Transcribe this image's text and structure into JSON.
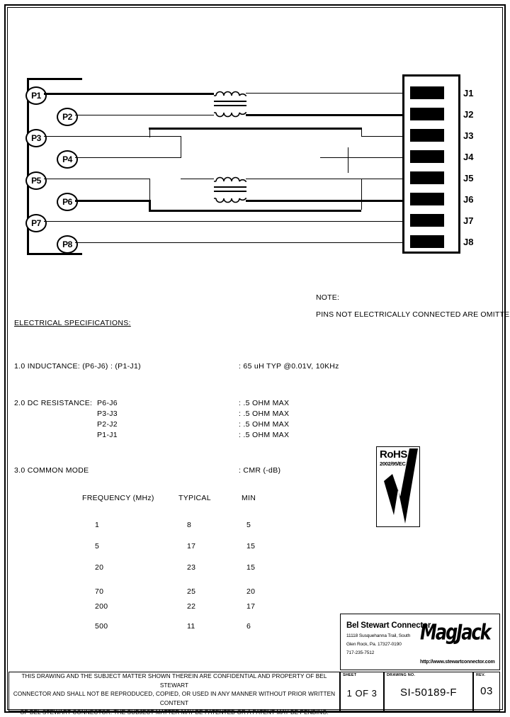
{
  "document": {
    "type": "electrical-schematic-datasheet",
    "sheet_size": "720x1012"
  },
  "schematic": {
    "left_pins": [
      "P1",
      "P2",
      "P3",
      "P4",
      "P5",
      "P6",
      "P7",
      "P8"
    ],
    "right_pins": [
      "J1",
      "J2",
      "J3",
      "J4",
      "J5",
      "J6",
      "J7",
      "J8"
    ]
  },
  "notes": {
    "heading": "NOTE:",
    "line1": "PINS NOT ELECTRICALLY CONNECTED ARE OMITTED."
  },
  "specs": {
    "title": "ELECTRICAL SPECIFICATIONS:",
    "inductance": {
      "label": "1.0  INDUCTANCE:  (P6-J6) : (P1-J1)",
      "value": ":  65 uH TYP @0.01V, 10KHz"
    },
    "dc_resistance": {
      "label": "2.0  DC RESISTANCE:",
      "rows": [
        {
          "pair": "P6-J6",
          "value": ":  .5 OHM MAX"
        },
        {
          "pair": "P3-J3",
          "value": ":  .5 OHM MAX"
        },
        {
          "pair": "P2-J2",
          "value": ":  .5 OHM MAX"
        },
        {
          "pair": "P1-J1",
          "value": ":  .5 OHM MAX"
        }
      ]
    },
    "common_mode": {
      "label": "3.0  COMMON MODE",
      "value": ":  CMR (-dB)",
      "columns": [
        "FREQUENCY (MHz)",
        "TYPICAL",
        "MIN"
      ],
      "rows": [
        {
          "freq": "1",
          "typical": "8",
          "min": "5"
        },
        {
          "freq": "5",
          "typical": "17",
          "min": "15"
        },
        {
          "freq": "20",
          "typical": "23",
          "min": "15"
        },
        {
          "freq": "70",
          "typical": "25",
          "min": "20"
        },
        {
          "freq": "200",
          "typical": "22",
          "min": "17"
        },
        {
          "freq": "500",
          "typical": "11",
          "min": "6"
        }
      ]
    }
  },
  "chart_data": {
    "type": "table",
    "title": "COMMON MODE CMR (-dB)",
    "categories": [
      "1",
      "5",
      "20",
      "70",
      "200",
      "500"
    ],
    "xlabel": "FREQUENCY (MHz)",
    "ylabel": "CMR (-dB)",
    "series": [
      {
        "name": "TYPICAL",
        "values": [
          8,
          17,
          23,
          25,
          22,
          11
        ]
      },
      {
        "name": "MIN",
        "values": [
          5,
          15,
          15,
          20,
          17,
          6
        ]
      }
    ]
  },
  "rohs": {
    "title": "RoHS",
    "directive": "2002/95/EC"
  },
  "title_block": {
    "company": "Bel Stewart Connector",
    "address1": "11118 Susquehanna Trail, South",
    "address2": "Glen Rock, Pa. 17327-0190",
    "phone": "717-235-7512",
    "url": "http://www.stewartconnector.com",
    "logo": "MagJack",
    "sheet_caption": "SHEET",
    "sheet_value": "1 OF 3",
    "drawing_caption": "DRAWING NO.",
    "drawing_value": "SI-50189-F",
    "rev_caption": "REV.",
    "rev_value": "03"
  },
  "legal": {
    "line1": "THIS DRAWING AND THE SUBJECT MATTER SHOWN THEREIN ARE CONFIDENTIAL AND PROPERTY OF BEL STEWART",
    "line2": "CONNECTOR AND SHALL NOT BE REPRODUCED, COPIED, OR USED IN ANY MANNER WITHOUT PRIOR WRITTEN CONTENT",
    "line3": "OF BEL STEWART CONNECTOR.   THE SUBJECT MATTER MAY BE PATENTED OR A PATENT MAY BE PENDING."
  }
}
